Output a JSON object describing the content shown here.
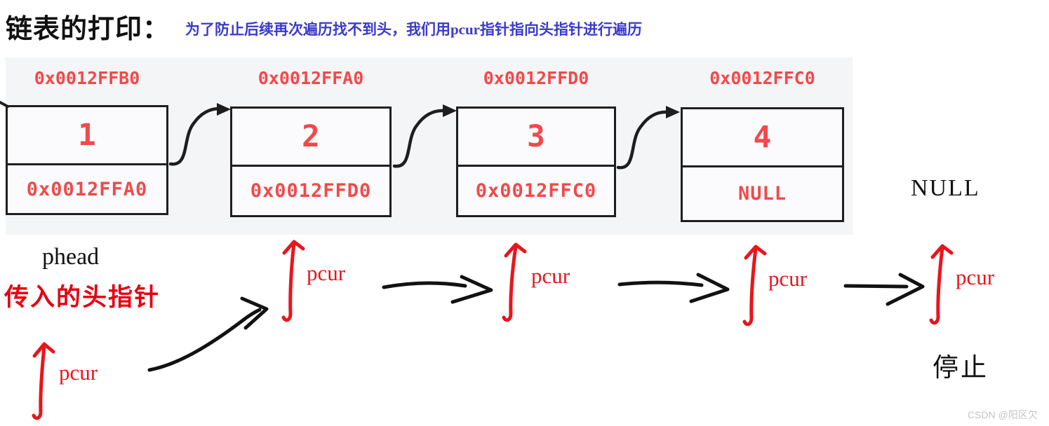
{
  "header": {
    "title": "链表的打印：",
    "annotation": "为了防止后续再次遍历找不到头，我们用pcur指针指向头指针进行遍历"
  },
  "list": {
    "nodes": [
      {
        "address": "0x0012FFB0",
        "value": "1",
        "next": "0x0012FFA0"
      },
      {
        "address": "0x0012FFA0",
        "value": "2",
        "next": "0x0012FFD0"
      },
      {
        "address": "0x0012FFD0",
        "value": "3",
        "next": "0x0012FFC0"
      },
      {
        "address": "0x0012FFC0",
        "value": "4",
        "next": "NULL"
      }
    ],
    "terminator": "NULL"
  },
  "pointers": {
    "phead_label": "phead",
    "phead_desc": "传入的头指针",
    "pcur_start": "pcur",
    "pcur_steps": [
      "pcur",
      "pcur",
      "pcur",
      "pcur"
    ],
    "stop_label": "停止"
  },
  "watermark": "CSDN @阳区欠",
  "colors": {
    "node_text_red": "#f2494a",
    "hand_drawn_red": "#e8151d",
    "chinese_red": "#e60012",
    "annotation_blue": "#3a3acd",
    "panel_gray": "#f4f5f7",
    "ink_black": "#121212"
  }
}
